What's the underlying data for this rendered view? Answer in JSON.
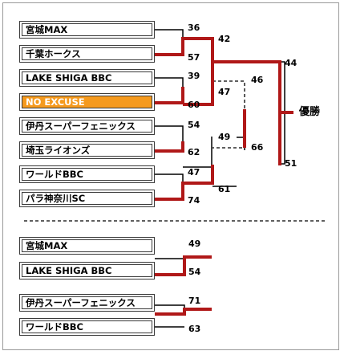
{
  "bracket": {
    "teams": [
      {
        "label": "宮城MAX",
        "highlight": false
      },
      {
        "label": "千葉ホークス",
        "highlight": false
      },
      {
        "label": "LAKE SHIGA BBC",
        "highlight": false
      },
      {
        "label": "NO EXCUSE",
        "highlight": true
      },
      {
        "label": "伊丹スーパーフェニックス",
        "highlight": false
      },
      {
        "label": "埼玉ライオンズ",
        "highlight": false
      },
      {
        "label": "ワールドBBC",
        "highlight": false
      },
      {
        "label": "パラ神奈川SC",
        "highlight": false
      }
    ],
    "first_round_scores": [
      "36",
      "57",
      "39",
      "60",
      "54",
      "62",
      "47",
      "74"
    ],
    "semifinal_scores": [
      "42",
      "47",
      "49",
      "61"
    ],
    "final_scores": [
      "46",
      "66"
    ],
    "championship_scores": [
      "44",
      "51"
    ],
    "champion_label": "優勝"
  },
  "consolation": {
    "teams": [
      {
        "label": "宮城MAX"
      },
      {
        "label": "LAKE SHIGA BBC"
      },
      {
        "label": "伊丹スーパーフェニックス"
      },
      {
        "label": "ワールドBBC"
      }
    ],
    "scores": [
      "49",
      "54",
      "71",
      "63"
    ]
  },
  "colors": {
    "winner_line": "#b01818",
    "loser_line": "#000000",
    "highlight_team": "#f59a1e"
  }
}
